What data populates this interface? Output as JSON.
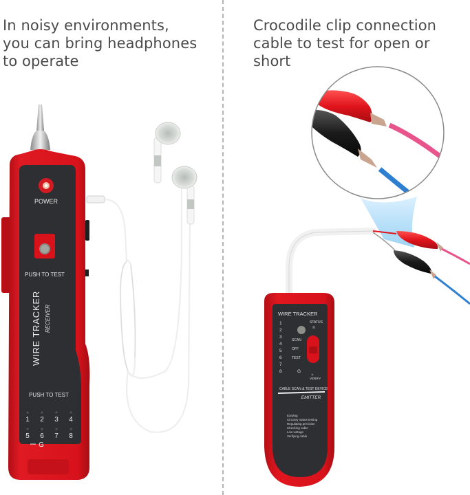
{
  "captions": {
    "left": "In noisy environments,\nyou can bring headphones\nto operate",
    "right": "Crocodile clip connection\ncable to test for open or\nshort"
  },
  "receiver": {
    "power_label": "POWER",
    "push_to_test_top": "PUSH TO TEST",
    "brand": "WIRE TRACKER",
    "model": "RECEIVER",
    "push_to_test_bottom": "PUSH TO TEST",
    "leds_row1": [
      "1",
      "2",
      "3",
      "4"
    ],
    "leds_row2": [
      "5",
      "6",
      "7",
      "8"
    ],
    "ground_label": "G"
  },
  "emitter": {
    "brand": "WIRE TRACKER",
    "status_label": "STATUS",
    "ports": [
      "1",
      "2",
      "3",
      "4",
      "5",
      "6",
      "7",
      "8"
    ],
    "ground_label": "G",
    "switch_labels": [
      "SCAN",
      "OFF",
      "TEST"
    ],
    "verify_label": "VERIFY",
    "device_line": "CABLE SCAN & TEST DEVICE",
    "type_label": "EMITTER",
    "features": [
      "Earplug",
      "Circuitry status testing",
      "Regulating precision",
      "Checking cable",
      "Low voltage",
      "Verifying cable"
    ]
  },
  "colors": {
    "device_red": "#d8121b",
    "panel_dark": "#2e2f33",
    "caption_text": "#4a4a4a",
    "divider": "#b4b4b4",
    "wire_pink": "#e8558c",
    "wire_blue": "#2f7fd1"
  }
}
